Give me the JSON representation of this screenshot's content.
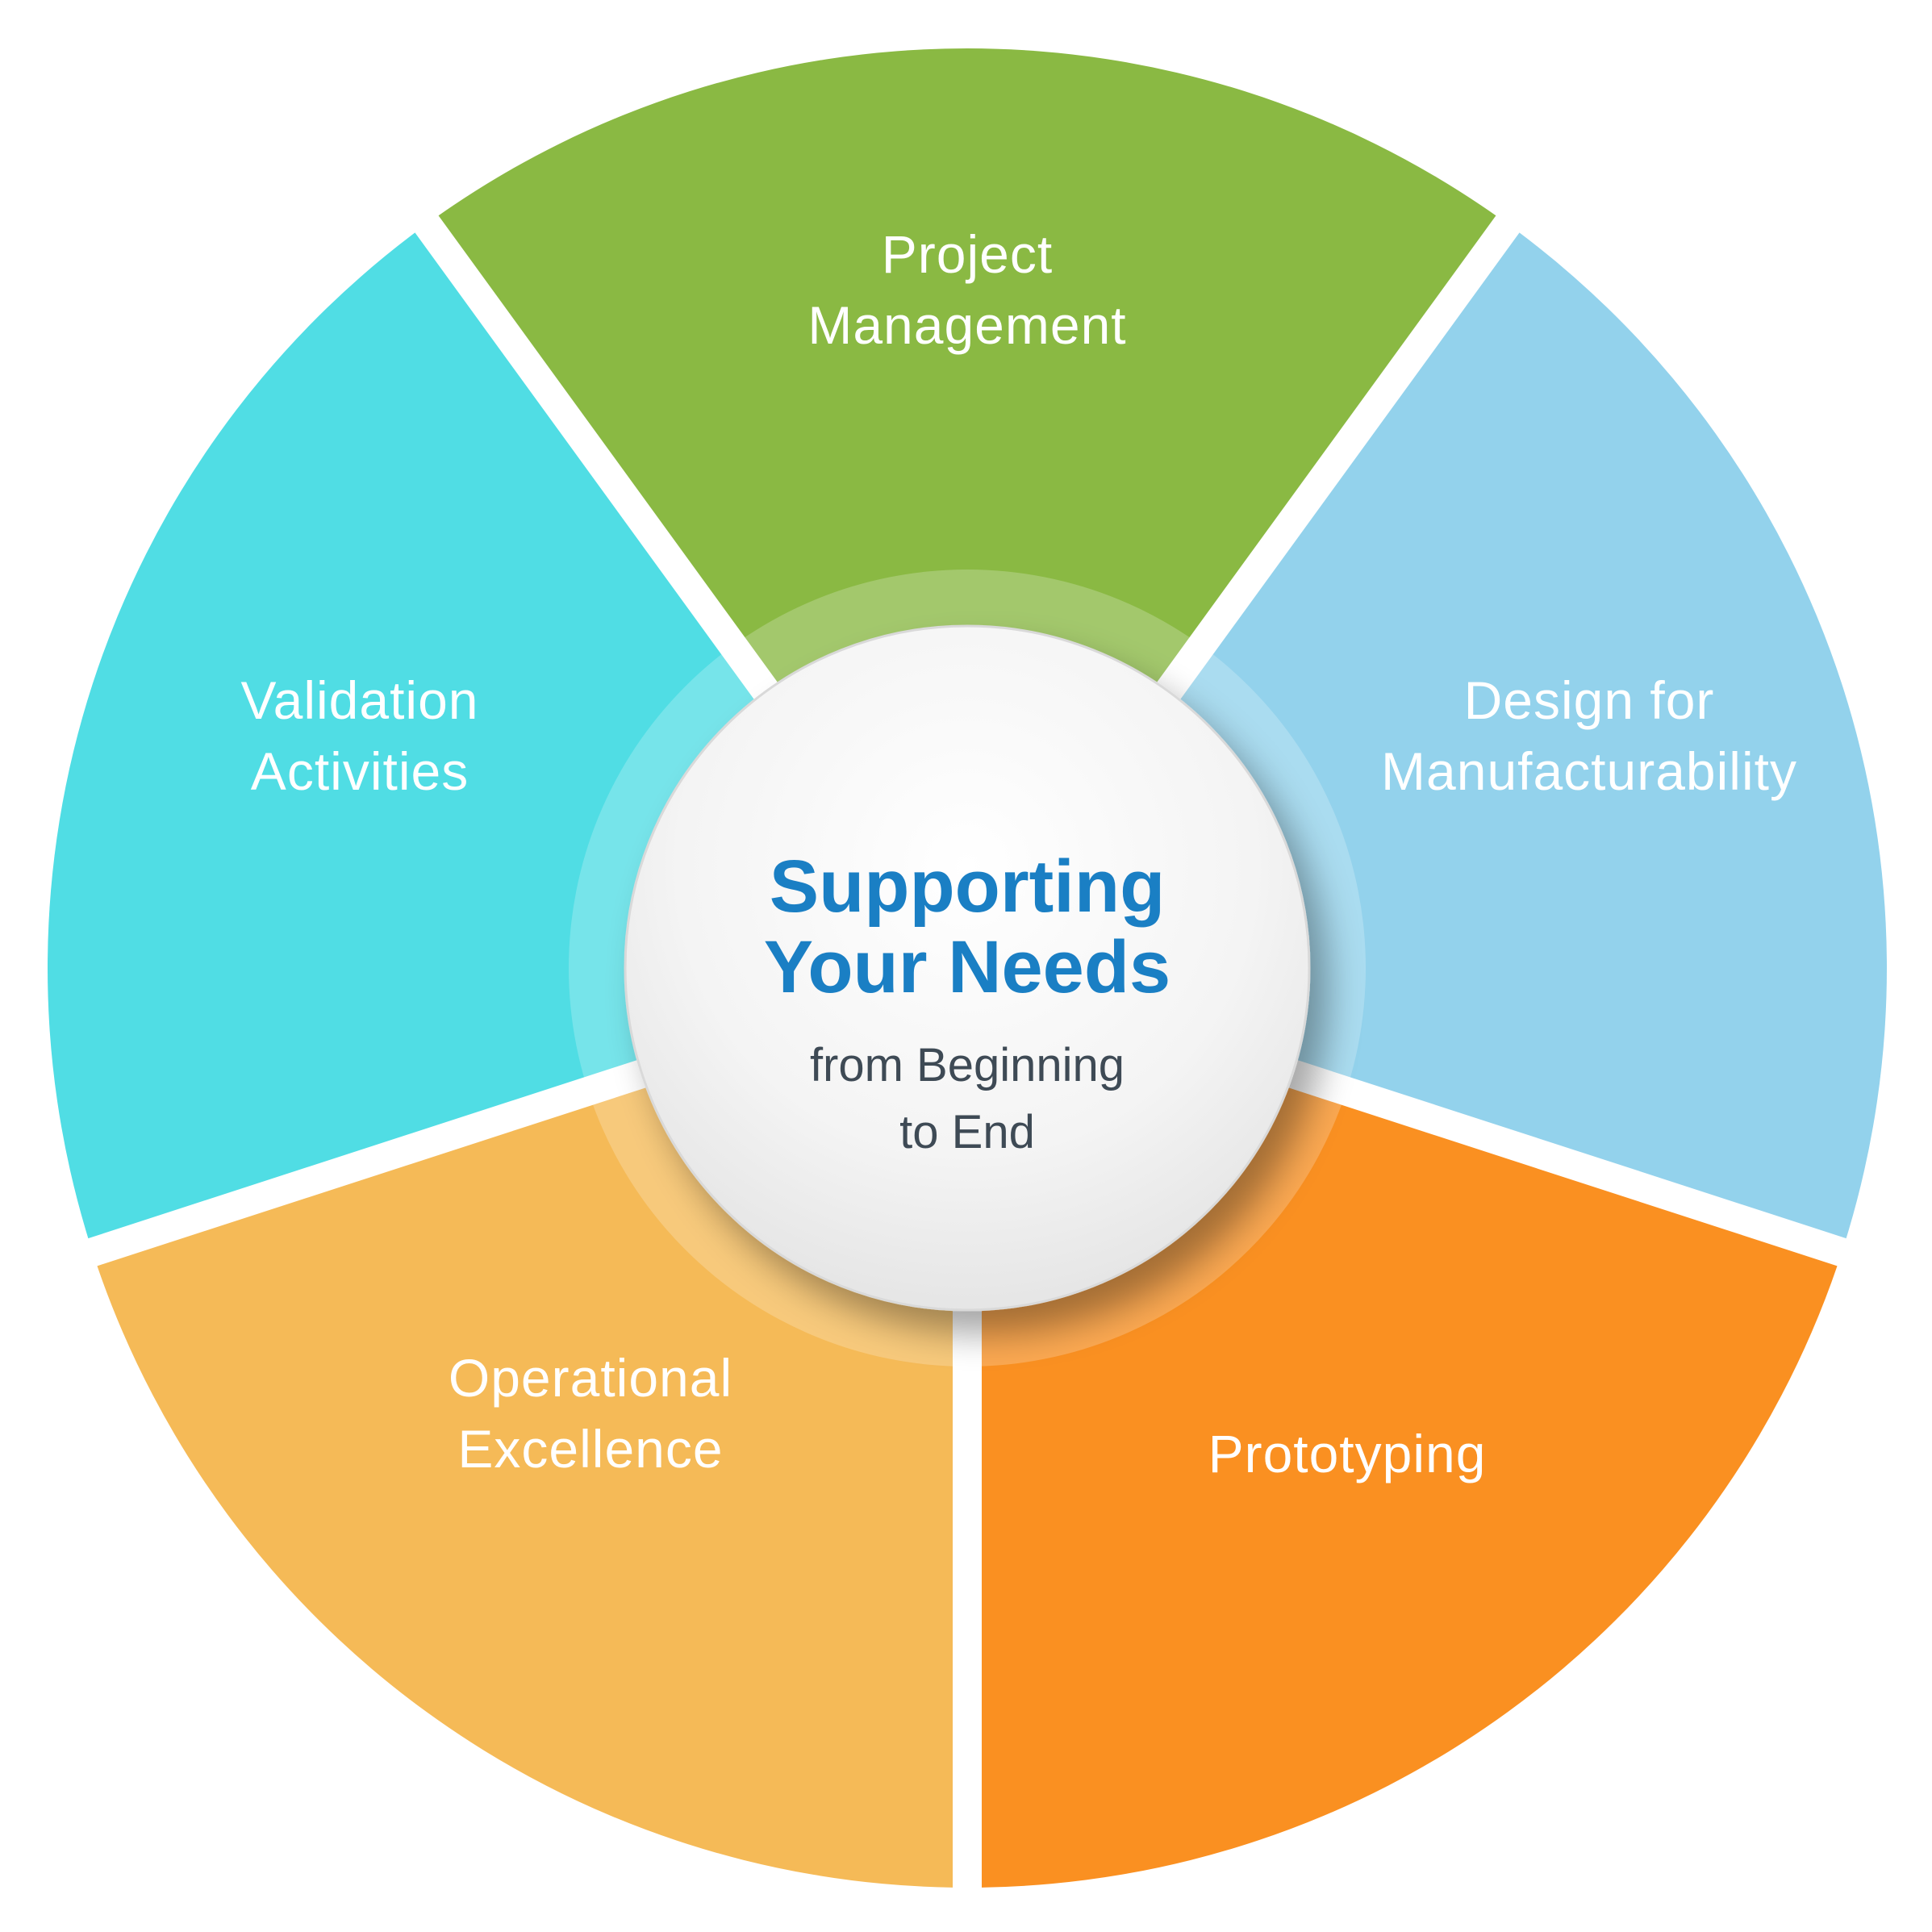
{
  "segments": [
    {
      "id": "project-management",
      "lines": [
        "Project",
        "Management"
      ],
      "color": "#8ab943"
    },
    {
      "id": "design-for-manufacturability",
      "lines": [
        "Design for",
        "Manufacturability"
      ],
      "color": "#93d2ec"
    },
    {
      "id": "prototyping",
      "lines": [
        "Prototyping"
      ],
      "color": "#fa9021"
    },
    {
      "id": "operational-excellence",
      "lines": [
        "Operational",
        "Excellence"
      ],
      "color": "#f5ba57"
    },
    {
      "id": "validation-activities",
      "lines": [
        "Validation",
        "Activities"
      ],
      "color": "#50dde4"
    }
  ],
  "center": {
    "title_lines": [
      "Supporting",
      "Your Needs"
    ],
    "subtitle_lines": [
      "from Beginning",
      "to End"
    ],
    "title_color": "#1a7fc4",
    "subtitle_color": "#3e4a55"
  }
}
